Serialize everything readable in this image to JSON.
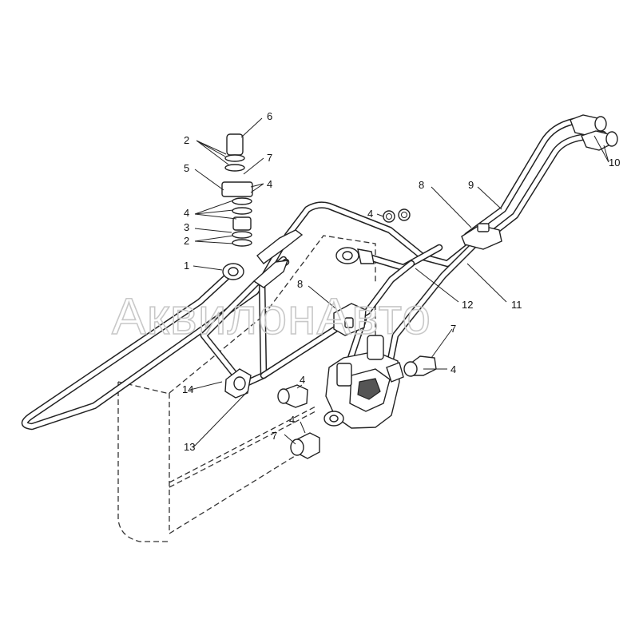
{
  "watermark": "АквилонАвто",
  "callouts": [
    {
      "id": "c6",
      "text": "6"
    },
    {
      "id": "c2a",
      "text": "2"
    },
    {
      "id": "c7a",
      "text": "7"
    },
    {
      "id": "c5",
      "text": "5"
    },
    {
      "id": "c4a",
      "text": "4"
    },
    {
      "id": "c4b",
      "text": "4"
    },
    {
      "id": "c3",
      "text": "3"
    },
    {
      "id": "c2b",
      "text": "2"
    },
    {
      "id": "c1",
      "text": "1"
    },
    {
      "id": "c4c",
      "text": "4"
    },
    {
      "id": "c8a",
      "text": "8"
    },
    {
      "id": "c9",
      "text": "9"
    },
    {
      "id": "c10",
      "text": "10"
    },
    {
      "id": "c8b",
      "text": "8"
    },
    {
      "id": "c12",
      "text": "12"
    },
    {
      "id": "c11",
      "text": "11"
    },
    {
      "id": "c7b",
      "text": "7"
    },
    {
      "id": "c4d",
      "text": "4"
    },
    {
      "id": "c4e",
      "text": "4"
    },
    {
      "id": "c14",
      "text": "14"
    },
    {
      "id": "c4f",
      "text": "4"
    },
    {
      "id": "c7c",
      "text": "7"
    },
    {
      "id": "c13",
      "text": "13"
    }
  ]
}
